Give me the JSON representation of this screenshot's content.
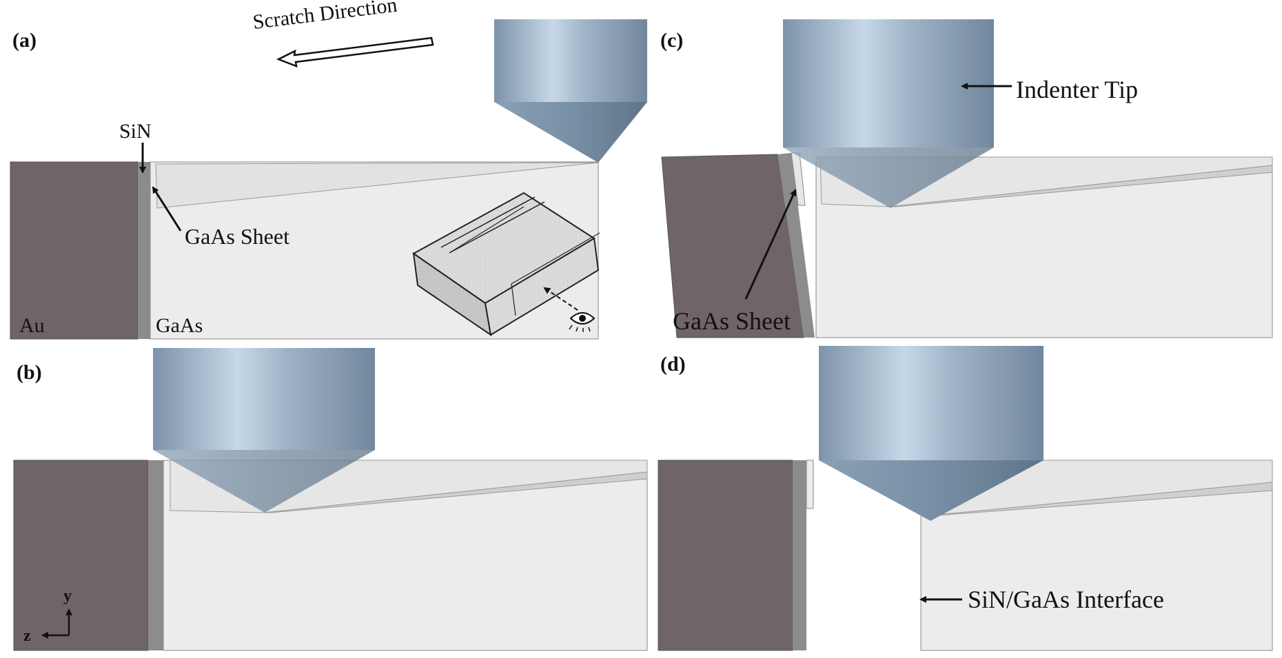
{
  "panels": {
    "a": "(a)",
    "b": "(b)",
    "c": "(c)",
    "d": "(d)"
  },
  "labels": {
    "scratch_direction": "Scratch Direction",
    "sin": "SiN",
    "gaas_sheet_a": "GaAs Sheet",
    "au": "Au",
    "gaas": "GaAs",
    "indenter_tip": "Indenter Tip",
    "gaas_sheet_c": "GaAs Sheet",
    "interface": "SiN/GaAs Interface",
    "axis_y": "y",
    "axis_z": "z"
  },
  "colors": {
    "au": "#6f6466",
    "sin": "#8c8c8c",
    "gaas": "#ececec",
    "tip_light": "#c4d6e6",
    "tip_dark": "#7f93a8",
    "outline": "#555555"
  }
}
